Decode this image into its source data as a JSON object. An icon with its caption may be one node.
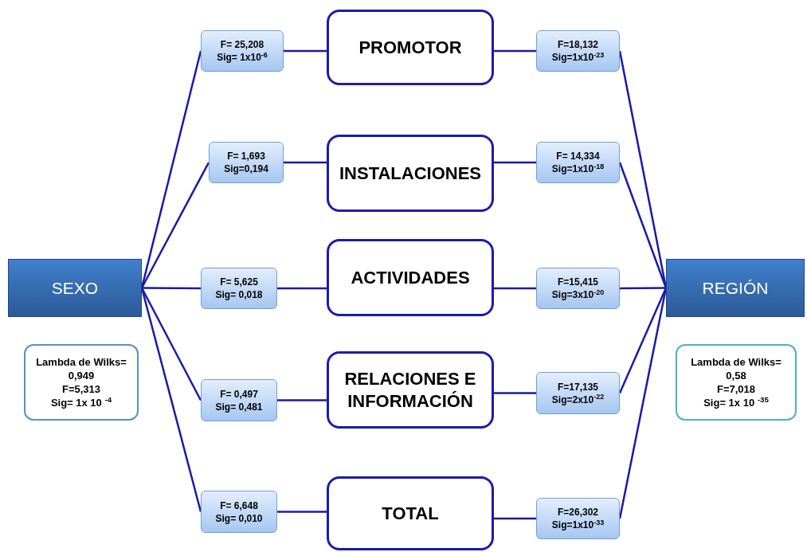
{
  "diagram": {
    "nodes": [
      {
        "text": [
          "F= 25,208",
          "Sig= 1x10$^{-6}$"
        ]
      },
      {
        "text": [
          "PROMOTOR"
        ]
      },
      {
        "text": [
          "F=18,132",
          "Sig=1x10$^{-23}$"
        ]
      },
      {
        "text": [
          "F= 1,693",
          "Sig=0,194"
        ]
      },
      {
        "text": [
          "INSTALACIONES"
        ]
      },
      {
        "text": [
          "F= 14,334",
          "Sig=1x10$^{-18}$"
        ]
      },
      {
        "text": [
          "SEXO"
        ]
      },
      {
        "text": [
          "F= 5,625",
          "Sig= 0,018"
        ]
      },
      {
        "text": [
          "ACTIVIDADES"
        ]
      },
      {
        "text": [
          "F=15,415",
          "Sig=3x10$^{-20}$"
        ]
      },
      {
        "text": [
          "REGIÓN"
        ]
      },
      {
        "text": [
          "Lambda de Wilks= 0,949",
          "F=5,313",
          "Sig= 1x 10 $^{-4}$"
        ]
      },
      {
        "text": [
          "F= 0,497",
          "Sig= 0,481"
        ]
      },
      {
        "text": [
          "RELACIONES E INFORMACIÓN"
        ]
      },
      {
        "text": [
          "F=17,135",
          "Sig=2x10$^{-22}$"
        ]
      },
      {
        "text": [
          "Lambda de Wilks= 0,58",
          "F=7,018",
          "Sig= 1x 10 $^{-35}$"
        ]
      },
      {
        "text": [
          "F= 6,648",
          "Sig= 0,010"
        ]
      },
      {
        "text": [
          "TOTAL"
        ]
      },
      {
        "text": [
          "F=26,302",
          "Sig=1x10$^{-33}$"
        ]
      }
    ],
    "edges": [
      {
        "from": 6,
        "to": 0,
        "arrow": "none"
      },
      {
        "from": 6,
        "to": 3,
        "arrow": "none"
      },
      {
        "from": 6,
        "to": 7,
        "arrow": "none"
      },
      {
        "from": 6,
        "to": 12,
        "arrow": "none"
      },
      {
        "from": 6,
        "to": 16,
        "arrow": "none"
      },
      {
        "from": 0,
        "to": 1,
        "arrow": "none"
      },
      {
        "from": 3,
        "to": 4,
        "arrow": "none"
      },
      {
        "from": 7,
        "to": 8,
        "arrow": "none"
      },
      {
        "from": 12,
        "to": 13,
        "arrow": "none"
      },
      {
        "from": 16,
        "to": 17,
        "arrow": "none"
      },
      {
        "from": 1,
        "to": 2,
        "arrow": "none"
      },
      {
        "from": 4,
        "to": 5,
        "arrow": "none"
      },
      {
        "from": 8,
        "to": 9,
        "arrow": "none"
      },
      {
        "from": 13,
        "to": 14,
        "arrow": "none"
      },
      {
        "from": 17,
        "to": 18,
        "arrow": "none"
      },
      {
        "from": 2,
        "to": 10,
        "arrow": "none"
      },
      {
        "from": 5,
        "to": 10,
        "arrow": "none"
      },
      {
        "from": 9,
        "to": 10,
        "arrow": "none"
      },
      {
        "from": 14,
        "to": 10,
        "arrow": "none"
      },
      {
        "from": 18,
        "to": 10,
        "arrow": "none"
      }
    ]
  }
}
